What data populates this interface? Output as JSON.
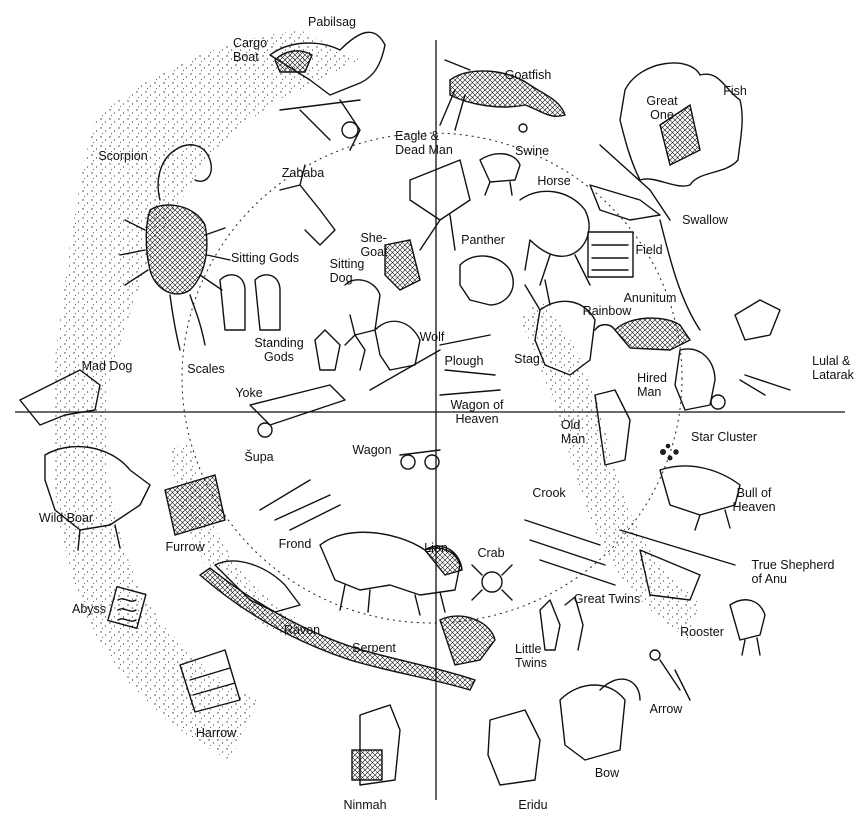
{
  "labels": {
    "pabilsag": "Pabilsag",
    "cargo_boat": "Cargo\nBoat",
    "goatfish": "Goatfish",
    "great_one": "Great\nOne",
    "fish": "Fish",
    "scorpion": "Scorpion",
    "eagle_dead_man": "Eagle &\nDead Man",
    "swine": "Swine",
    "zababa": "Zababa",
    "horse": "Horse",
    "swallow": "Swallow",
    "she_goat": "She-\nGoat",
    "panther": "Panther",
    "field": "Field",
    "sitting_gods": "Sitting Gods",
    "sitting_dog": "Sitting\nDog",
    "anunitum": "Anunitum",
    "rainbow": "Rainbow",
    "standing_gods": "Standing\nGods",
    "scales": "Scales",
    "wolf": "Wolf",
    "plough": "Plough",
    "stag": "Stag",
    "hired_man": "Hired\nMan",
    "lulal_latarak": "Lulal &\nLatarak",
    "mad_dog": "Mad Dog",
    "yoke": "Yoke",
    "wagon_of_heaven": "Wagon of\nHeaven",
    "old_man": "Old\nMan",
    "star_cluster": "Star Cluster",
    "supa": "Šupa",
    "wagon": "Wagon",
    "crook": "Crook",
    "bull_of_heaven": "Bull of\nHeaven",
    "wild_boar": "Wild Boar",
    "furrow": "Furrow",
    "frond": "Frond",
    "lion": "Lion",
    "crab": "Crab",
    "true_shepherd": "True Shepherd\nof Anu",
    "abyss": "Abyss",
    "great_twins": "Great Twins",
    "raven": "Raven",
    "serpent": "Serpent",
    "little_twins": "Little\nTwins",
    "rooster": "Rooster",
    "harrow": "Harrow",
    "arrow": "Arrow",
    "bow": "Bow",
    "ninmah": "Ninmah",
    "eridu": "Eridu"
  }
}
